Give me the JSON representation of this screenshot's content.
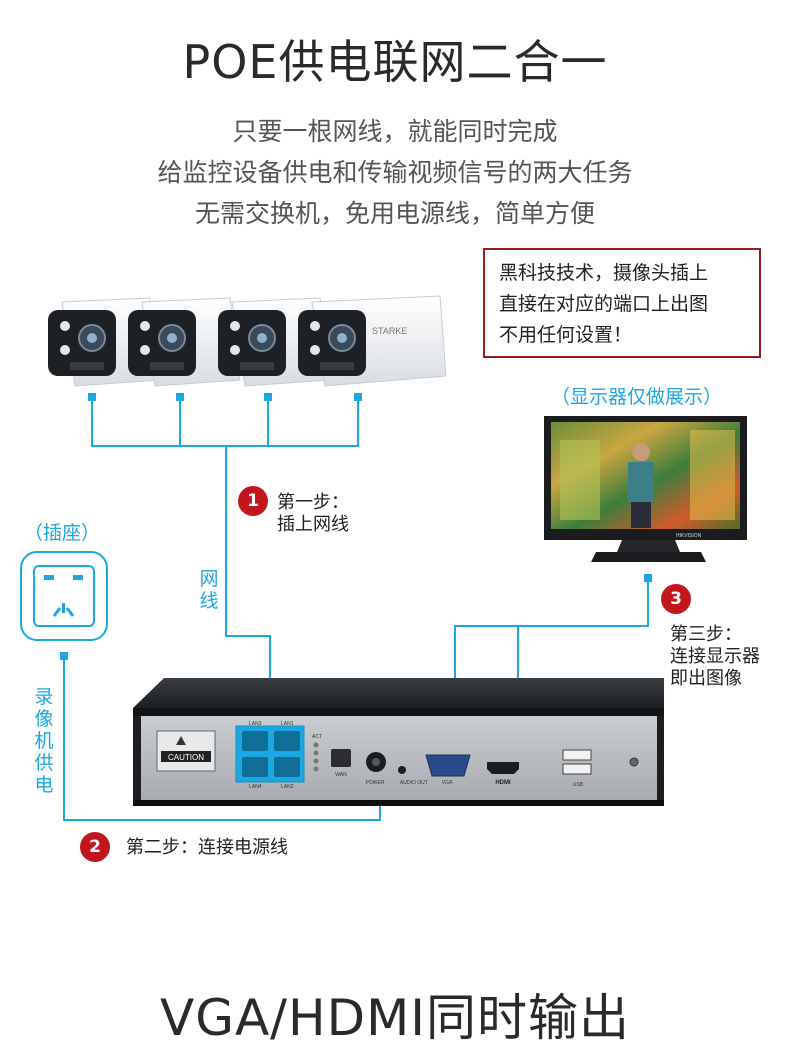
{
  "header": {
    "title": "POE供电联网二合一",
    "lines": [
      "只要一根网线，就能同时完成",
      "给监控设备供电和传输视频信号的两大任务",
      "无需交换机，免用电源线，简单方便"
    ]
  },
  "note": {
    "lines": [
      "黑科技技术，摄像头插上",
      "直接在对应的端口上出图",
      "不用任何设置！"
    ]
  },
  "monitor_label": "（显示器仅做展示）",
  "socket_label": "（插座）",
  "steps": {
    "one": {
      "num": "1",
      "lines": [
        "第一步：",
        "插上网线"
      ]
    },
    "two": {
      "num": "2",
      "lines": [
        "第二步：连接电源线"
      ]
    },
    "three": {
      "num": "3",
      "lines": [
        "第三步：",
        "连接显示器",
        "即出图像"
      ]
    }
  },
  "cable_label": [
    "网",
    "线"
  ],
  "power_label": [
    "录",
    "像",
    "机",
    "供",
    "电"
  ],
  "nvr": {
    "caution": "CAUTION",
    "lan1": "LAN1",
    "lan2": "LAN2",
    "lan3": "LAN3",
    "lan4": "LAN4",
    "act": "ACT",
    "wan": "WAN",
    "power": "POWER",
    "audio": "AUDIO OUT",
    "vga": "VGA",
    "hdmi": "HDMI",
    "usb": "USB"
  },
  "camera_brand": "STARKE",
  "monitor_brand": "HIKVISION",
  "footer": {
    "title": "VGA/HDMI同时输出"
  },
  "colors": {
    "accent": "#1da7e0",
    "step": "#c0161c",
    "border": "#9b1b1b"
  }
}
